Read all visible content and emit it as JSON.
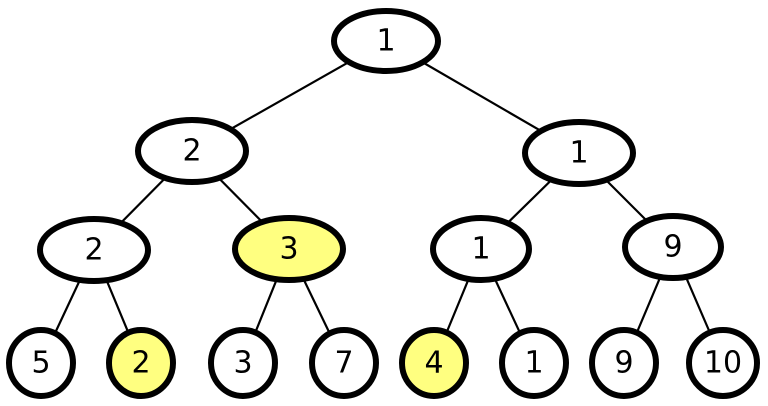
{
  "colors": {
    "highlight_fill": "#ffff80",
    "normal_fill": "#ffffff",
    "stroke": "#000000"
  },
  "tree": {
    "nodes": [
      {
        "id": "n1",
        "label": "1",
        "highlighted": false
      },
      {
        "id": "n2",
        "label": "2",
        "highlighted": false
      },
      {
        "id": "n3",
        "label": "1",
        "highlighted": false
      },
      {
        "id": "n4",
        "label": "2",
        "highlighted": false
      },
      {
        "id": "n5",
        "label": "3",
        "highlighted": true
      },
      {
        "id": "n6",
        "label": "1",
        "highlighted": false
      },
      {
        "id": "n7",
        "label": "9",
        "highlighted": false
      },
      {
        "id": "n8",
        "label": "5",
        "highlighted": false
      },
      {
        "id": "n9",
        "label": "2",
        "highlighted": true
      },
      {
        "id": "n10",
        "label": "3",
        "highlighted": false
      },
      {
        "id": "n11",
        "label": "7",
        "highlighted": false
      },
      {
        "id": "n12",
        "label": "4",
        "highlighted": true
      },
      {
        "id": "n13",
        "label": "1",
        "highlighted": false
      },
      {
        "id": "n14",
        "label": "9",
        "highlighted": false
      },
      {
        "id": "n15",
        "label": "10",
        "highlighted": false
      }
    ],
    "edges": [
      [
        "n1",
        "n2"
      ],
      [
        "n1",
        "n3"
      ],
      [
        "n2",
        "n4"
      ],
      [
        "n2",
        "n5"
      ],
      [
        "n3",
        "n6"
      ],
      [
        "n3",
        "n7"
      ],
      [
        "n4",
        "n8"
      ],
      [
        "n4",
        "n9"
      ],
      [
        "n5",
        "n10"
      ],
      [
        "n5",
        "n11"
      ],
      [
        "n6",
        "n12"
      ],
      [
        "n6",
        "n13"
      ],
      [
        "n7",
        "n14"
      ],
      [
        "n7",
        "n15"
      ]
    ]
  }
}
